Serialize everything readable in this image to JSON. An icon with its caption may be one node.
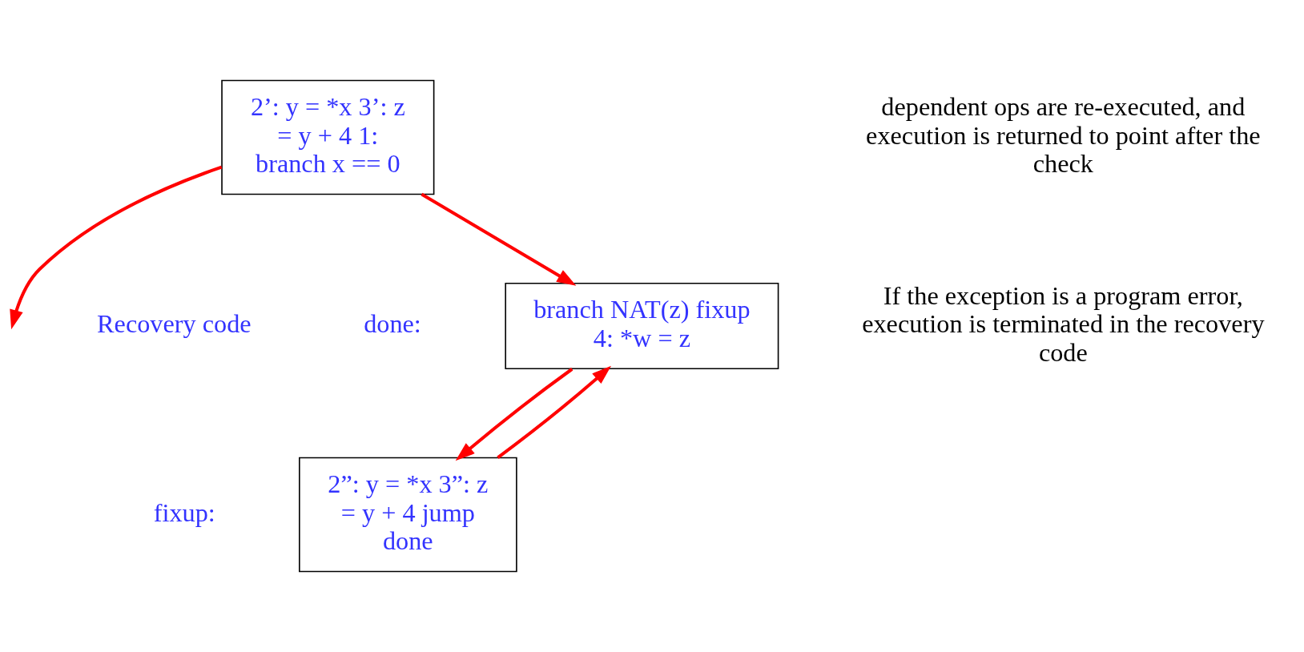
{
  "diagram": {
    "nodes": [
      {
        "text": [
          "2’: y = *x 3’: z = y + 4 1: branch x == 0"
        ]
      },
      {
        "text": [
          "branch NAT(z) fixup 4: *w = z"
        ],
        "beside": [
          "done:"
        ]
      },
      {
        "text": [
          "2”: y = *x 3”: z = y + 4 jump done"
        ],
        "beside": [
          "fixup:"
        ]
      }
    ],
    "edges": [
      {
        "from": 0,
        "to": 1,
        "arrow": "to"
      },
      {
        "from": 0,
        "to": null,
        "arrow": "to"
      },
      {
        "from": 1,
        "to": 2,
        "arrow": "to"
      },
      {
        "from": 2,
        "to": 1,
        "arrow": "to"
      }
    ],
    "labels": [
      "dependent ops are re-executed, and execution is returned to point after the check",
      "If the exception is a program error, execution is terminated in the recovery code",
      "Recovery code"
    ]
  }
}
